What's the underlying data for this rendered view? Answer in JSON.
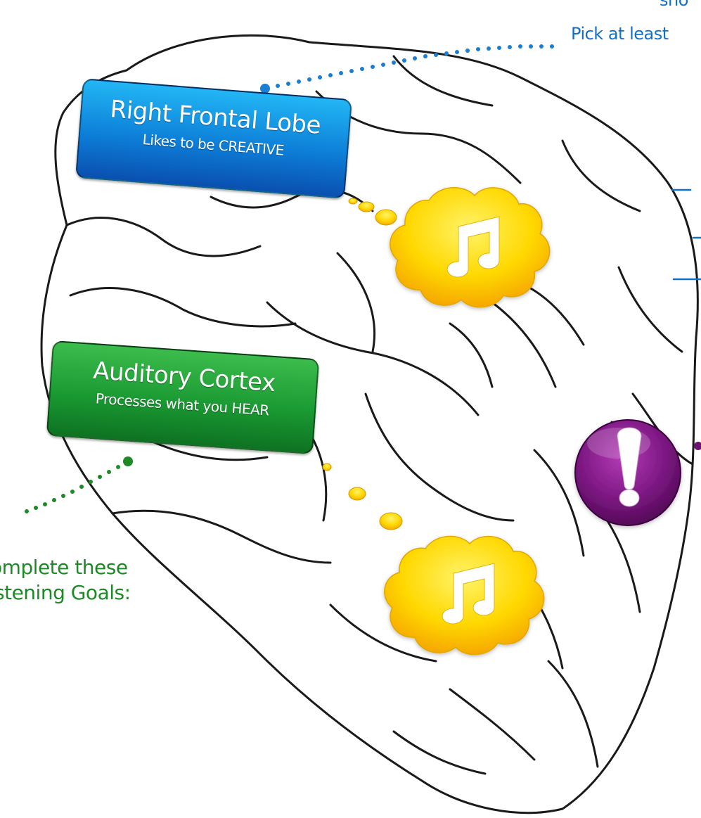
{
  "frontal": {
    "title": "Right Frontal Lobe",
    "subtitle": "Likes to be CREATIVE"
  },
  "auditory": {
    "title": "Auditory Cortex",
    "subtitle": "Processes what you HEAR"
  },
  "notes": {
    "top_partial": "sho",
    "top_instruction": "Pick at least",
    "bottom_line1": "omplete these",
    "bottom_line2": "stening Goals:"
  },
  "colors": {
    "frontal_accent": "#0d7fd8",
    "auditory_accent": "#1a9a32",
    "bubble_yellow": "#ffd400",
    "alert_purple": "#6e1070",
    "note_blue": "#1270c8",
    "note_green": "#1d8a26"
  },
  "icons": [
    "music-note-icon",
    "music-note-icon",
    "exclamation-icon"
  ]
}
